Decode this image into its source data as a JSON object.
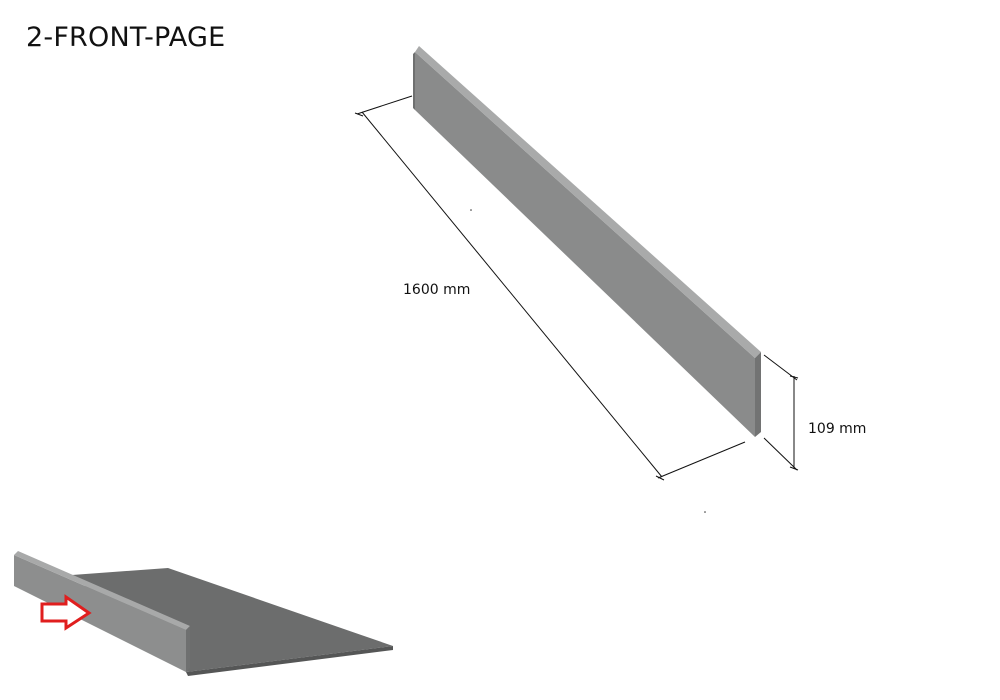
{
  "title": "2-FRONT-PAGE",
  "dimensions": {
    "length": "1600 mm",
    "height": "109 mm"
  },
  "icons": {
    "direction_arrow": "arrow-right-outline-icon"
  },
  "colors": {
    "part_front": "#8a8b8b",
    "part_top": "#a6a7a7",
    "part_side": "#6f7070",
    "arrow": "#e01e1e"
  }
}
